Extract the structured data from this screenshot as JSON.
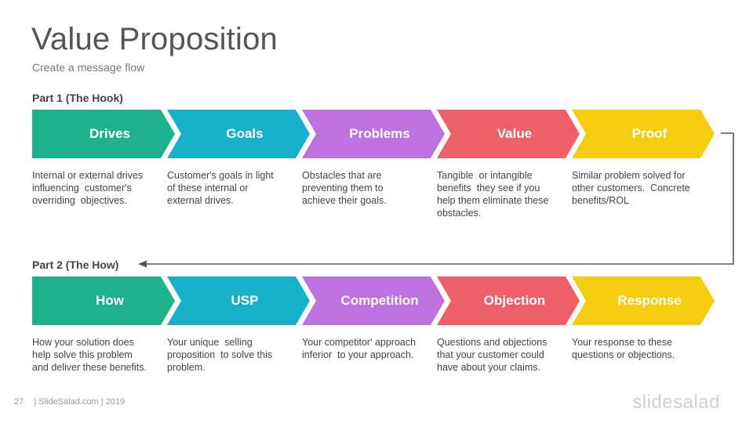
{
  "title": "Value Proposition",
  "subtitle": "Create  a message flow",
  "part1": {
    "label": "Part 1  (The Hook)",
    "steps": [
      {
        "label": "Drives",
        "color": "#1db28d",
        "desc": [
          "Internal or external drives",
          "influencing  customer's",
          "overriding  objectives."
        ]
      },
      {
        "label": "Goals",
        "color": "#17b0c9",
        "desc": [
          "Customer's goals in light",
          "of these internal or",
          "external drives."
        ]
      },
      {
        "label": "Problems",
        "color": "#bd72e0",
        "desc": [
          "Obstacles that are",
          "preventing them to",
          "achieve their goals."
        ]
      },
      {
        "label": "Value",
        "color": "#ef5f6a",
        "desc": [
          "Tangible  or intangible",
          "benefits  they see if you",
          "help them eliminate these",
          "obstacles."
        ]
      },
      {
        "label": "Proof",
        "color": "#f5cc0e",
        "desc": [
          "Similar problem solved for",
          "other customers.  Concrete",
          "benefits/ROL"
        ]
      }
    ]
  },
  "part2": {
    "label": "Part 2  (The How)",
    "steps": [
      {
        "label": "How",
        "color": "#1db28d",
        "desc": [
          "How your solution does",
          "help solve this problem",
          "and deliver these benefits."
        ]
      },
      {
        "label": "USP",
        "color": "#17b0c9",
        "desc": [
          "Your unique  selling",
          "proposition  to solve this",
          "problem."
        ]
      },
      {
        "label": "Competition",
        "color": "#bd72e0",
        "desc": [
          "Your competitor' approach",
          "inferior  to your approach."
        ]
      },
      {
        "label": "Objection",
        "color": "#ef5f6a",
        "desc": [
          "Questions and objections",
          "that your customer could",
          "have about your claims."
        ]
      },
      {
        "label": "Response",
        "color": "#f5cc0e",
        "desc": [
          "Your response to these",
          "questions or objections."
        ]
      }
    ]
  },
  "footer": {
    "page": "27",
    "text": "| SlideSalad.com | 2019"
  },
  "brand": "slidesalad",
  "connector_color": "#555555"
}
